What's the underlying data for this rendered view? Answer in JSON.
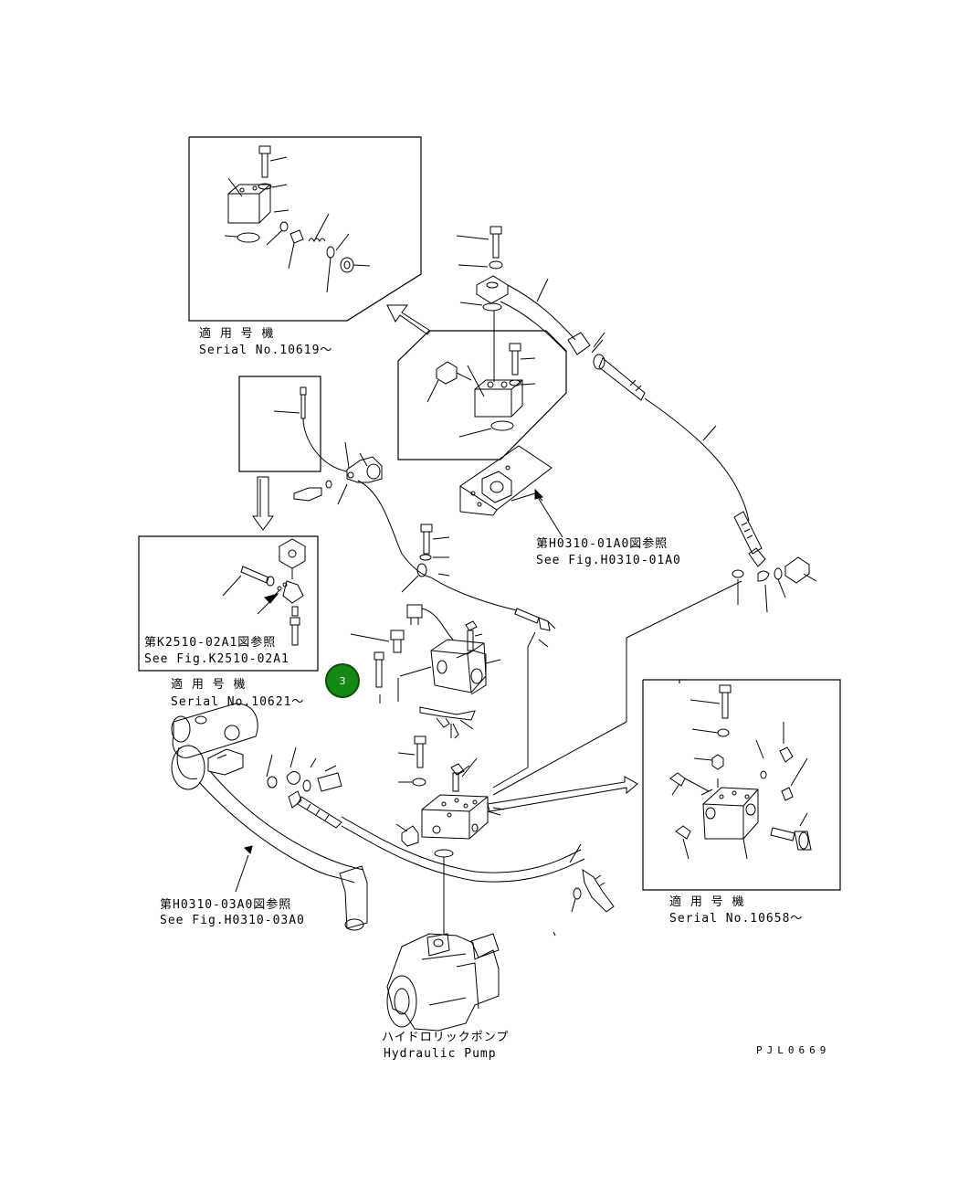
{
  "labels": {
    "serial_10619_jp": "適 用 号 機",
    "serial_10619_en": "Serial No.10619～",
    "see_h0310_01a0_jp": "第H0310-01A0図参照",
    "see_h0310_01a0_en": "See Fig.H0310-01A0",
    "see_k2510_02a1_jp": "第K2510-02A1図参照",
    "see_k2510_02a1_en": "See Fig.K2510-02A1",
    "serial_10621_jp": "適 用 号 機",
    "serial_10621_en": "Serial No.10621～",
    "see_h0310_03a0_jp": "第H0310-03A0図参照",
    "see_h0310_03a0_en": "See Fig.H0310-03A0",
    "serial_10658_jp": "適 用 号 機",
    "serial_10658_en": "Serial No.10658～",
    "pump_jp": "ハイドロリックポンプ",
    "pump_en": "Hydraulic Pump",
    "drawing_code": "PJL0669"
  },
  "marker": {
    "number": "3",
    "color": "#138a13"
  },
  "colors": {
    "line": "#000000",
    "background": "#ffffff",
    "marker": "#138a13"
  }
}
